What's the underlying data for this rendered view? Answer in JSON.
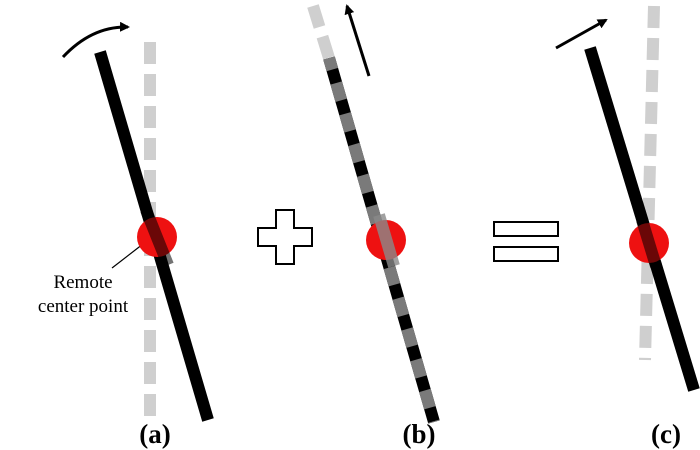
{
  "panels": [
    {
      "label": "(a)"
    },
    {
      "label": "(b)"
    },
    {
      "label": "(c)"
    }
  ],
  "annotation": {
    "line1": "Remote",
    "line2": "center point"
  },
  "colors": {
    "tool": "#000000",
    "reference": "#cfcfcf",
    "pivot": "#ee1111",
    "background": "#ffffff"
  },
  "icons": {
    "plus": "plus-sign-icon",
    "equals": "equals-sign-icon",
    "rotation_arrow": "curved-arrow-icon",
    "translation_arrow": "straight-arrow-icon"
  }
}
